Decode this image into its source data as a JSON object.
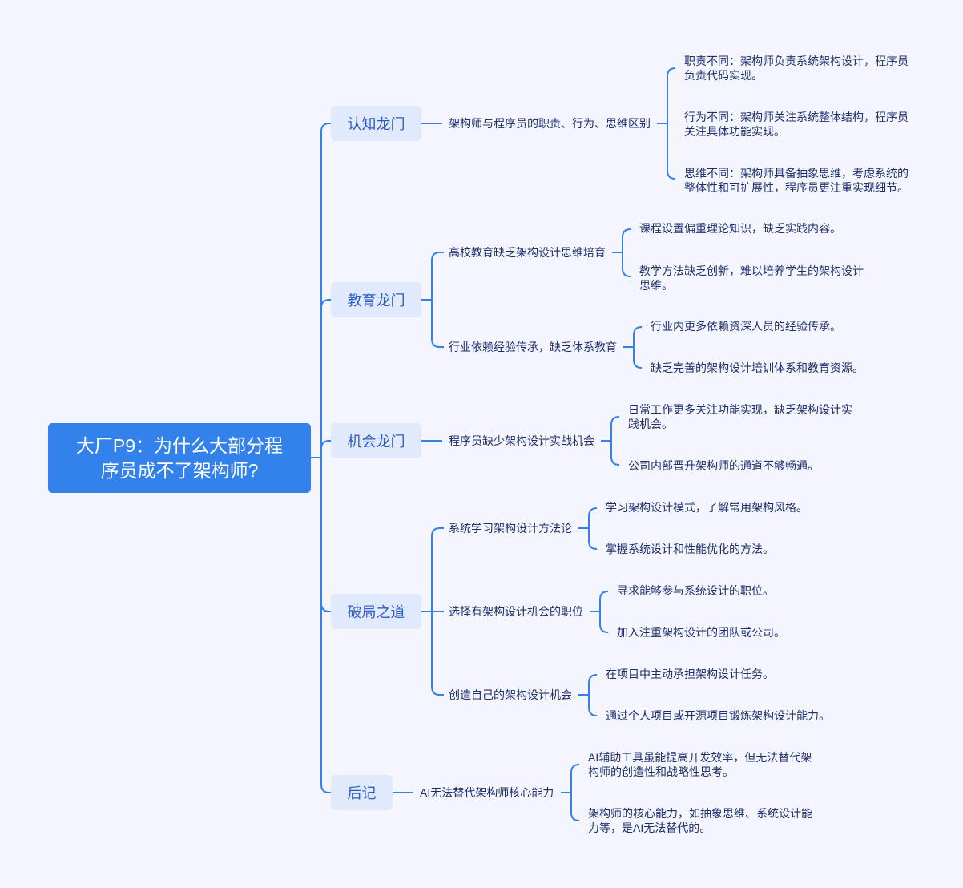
{
  "root": {
    "line1": "大厂P9：为什么大部分程",
    "line2": "序员成不了架构师?"
  },
  "branches": [
    {
      "label": "认知龙门",
      "children": [
        {
          "label": "架构师与程序员的职责、行为、思维区别",
          "leaves": [
            [
              "职责不同：架构师负责系统架构设计，程序员",
              "负责代码实现。"
            ],
            [
              "行为不同：架构师关注系统整体结构，程序员",
              "关注具体功能实现。"
            ],
            [
              "思维不同：架构师具备抽象思维，考虑系统的",
              "整体性和可扩展性，程序员更注重实现细节。"
            ]
          ]
        }
      ]
    },
    {
      "label": "教育龙门",
      "children": [
        {
          "label": "高校教育缺乏架构设计思维培育",
          "leaves": [
            [
              "课程设置偏重理论知识，缺乏实践内容。"
            ],
            [
              "教学方法缺乏创新，难以培养学生的架构设计",
              "思维。"
            ]
          ]
        },
        {
          "label": "行业依赖经验传承，缺乏体系教育",
          "leaves": [
            [
              "行业内更多依赖资深人员的经验传承。"
            ],
            [
              "缺乏完善的架构设计培训体系和教育资源。"
            ]
          ]
        }
      ]
    },
    {
      "label": "机会龙门",
      "children": [
        {
          "label": "程序员缺少架构设计实战机会",
          "leaves": [
            [
              "日常工作更多关注功能实现，缺乏架构设计实",
              "践机会。"
            ],
            [
              "公司内部晋升架构师的通道不够畅通。"
            ]
          ]
        }
      ]
    },
    {
      "label": "破局之道",
      "children": [
        {
          "label": "系统学习架构设计方法论",
          "leaves": [
            [
              "学习架构设计模式，了解常用架构风格。"
            ],
            [
              "掌握系统设计和性能优化的方法。"
            ]
          ]
        },
        {
          "label": "选择有架构设计机会的职位",
          "leaves": [
            [
              "寻求能够参与系统设计的职位。"
            ],
            [
              "加入注重架构设计的团队或公司。"
            ]
          ]
        },
        {
          "label": "创造自己的架构设计机会",
          "leaves": [
            [
              "在项目中主动承担架构设计任务。"
            ],
            [
              "通过个人项目或开源项目锻炼架构设计能力。"
            ]
          ]
        }
      ]
    },
    {
      "label": "后记",
      "children": [
        {
          "label": "AI无法替代架构师核心能力",
          "leaves": [
            [
              "AI辅助工具虽能提高开发效率，但无法替代架",
              "构师的创造性和战略性思考。"
            ],
            [
              "架构师的核心能力，如抽象思维、系统设计能",
              "力等，是AI无法替代的。"
            ]
          ]
        }
      ]
    }
  ],
  "colors": {
    "background": "#f4f5fd",
    "root": "#3381ea",
    "branch_box": "#e1e9fc",
    "line": "#3381ea",
    "text": "#1f2f6e"
  }
}
